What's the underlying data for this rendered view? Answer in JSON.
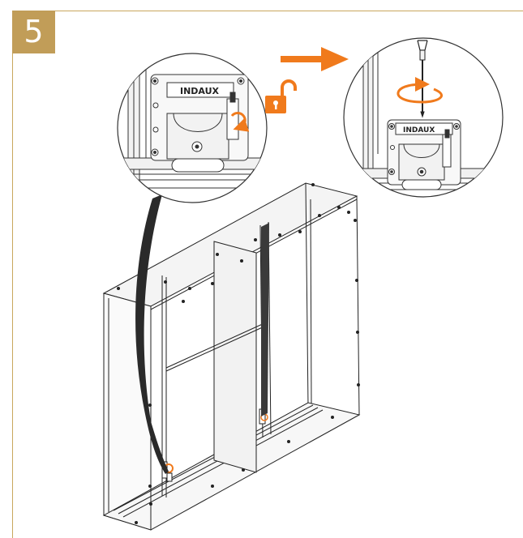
{
  "step": {
    "number": "5"
  },
  "detail_left": {
    "brand": "INDAUX"
  },
  "detail_right": {
    "brand": "INDAUX"
  },
  "colors": {
    "accent_gold": "#c19d58",
    "action_orange": "#f07a1c",
    "line_dark": "#222222"
  },
  "icons": {
    "direction": "arrow-right-icon",
    "lock_state": "unlock-icon",
    "tool": "screwdriver-icon",
    "rotation": "rotate-icon"
  }
}
